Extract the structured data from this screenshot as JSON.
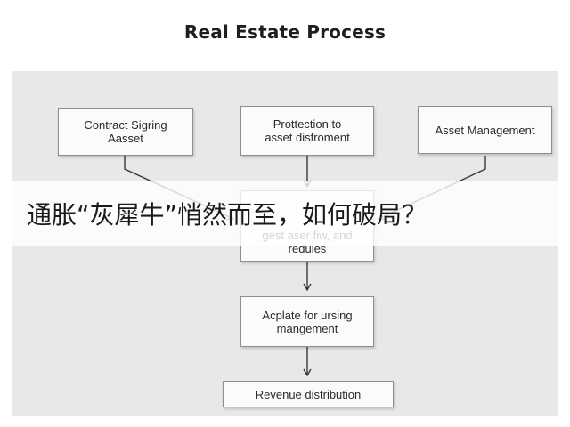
{
  "title": "Real Estate Process",
  "nodes": {
    "contract": "Contract Sigring\nAasset",
    "protection": "Prottection to\nasset disfroment",
    "asset_mgmt": "Asset Management",
    "merge": "gest aser fiw, and\nreduies",
    "acplate": "Acplate for ursing\nmangement",
    "revenue": "Revenue distribution"
  },
  "banner": {
    "text": "通胀“灰犀牛”悄然而至，如何破局？"
  },
  "colors": {
    "panel": "#e8e8e8",
    "box_fill": "#fbfbfb",
    "box_border": "#8e8e8e",
    "arrow": "#3a3a3a"
  }
}
